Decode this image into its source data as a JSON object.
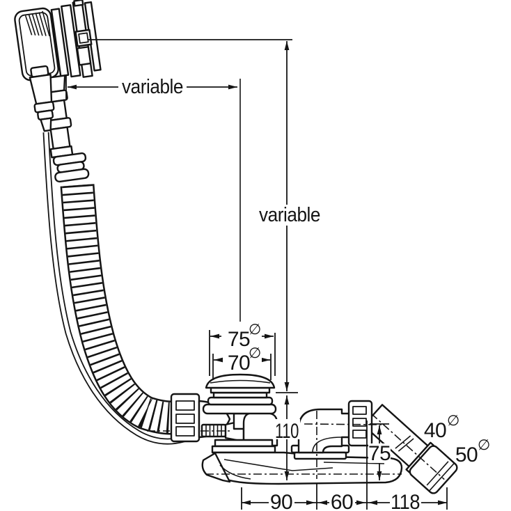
{
  "drawing": {
    "background": "#ffffff",
    "line_color": "#141414",
    "subject": "bath waste, overflow and filler set with rotary cable control - dimensioned side view",
    "labels": {
      "width_variable": "variable",
      "height_variable": "variable",
      "plug_cap_diameter": "75",
      "plug_seal_diameter": "70",
      "body_height": "110",
      "outlet_centre_drop": "75",
      "span_waste_to_elbow": "90",
      "span_elbow_to_bend": "60",
      "span_bend_to_outlet_end": "118",
      "outlet_pipe_diameter": "40",
      "outlet_coupling_diameter": "50",
      "diameter_symbol": "∅"
    }
  }
}
